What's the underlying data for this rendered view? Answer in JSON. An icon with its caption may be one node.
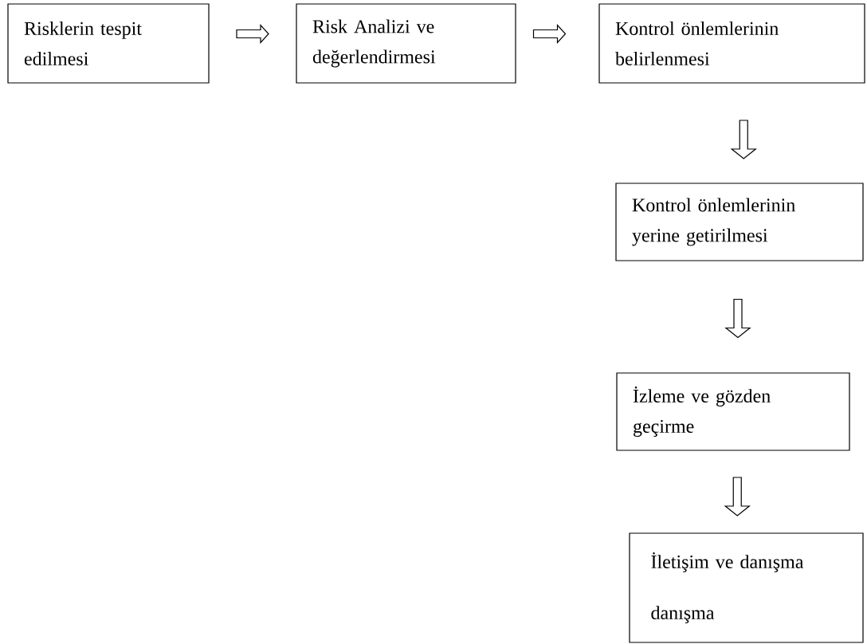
{
  "diagram": {
    "nodes": [
      {
        "text": [
          "Risklerin tespit edilmesi"
        ]
      },
      {
        "text": [
          "Risk Analizi ve değerlendirmesi"
        ]
      },
      {
        "text": [
          "Kontrol önlemlerinin belirlenmesi"
        ]
      },
      {
        "text": [
          "Kontrol önlemlerinin yerine getirilmesi"
        ]
      },
      {
        "text": [
          "İzleme ve gözden geçirme"
        ]
      },
      {
        "text": [
          "İletişim ve danışma danışma"
        ]
      }
    ],
    "edges": [
      {
        "from": 0,
        "to": 1,
        "arrow": "to"
      },
      {
        "from": 1,
        "to": 2,
        "arrow": "to"
      },
      {
        "from": 2,
        "to": 3,
        "arrow": "to"
      },
      {
        "from": 3,
        "to": 4,
        "arrow": "to"
      },
      {
        "from": 4,
        "to": 5,
        "arrow": "to"
      }
    ]
  }
}
